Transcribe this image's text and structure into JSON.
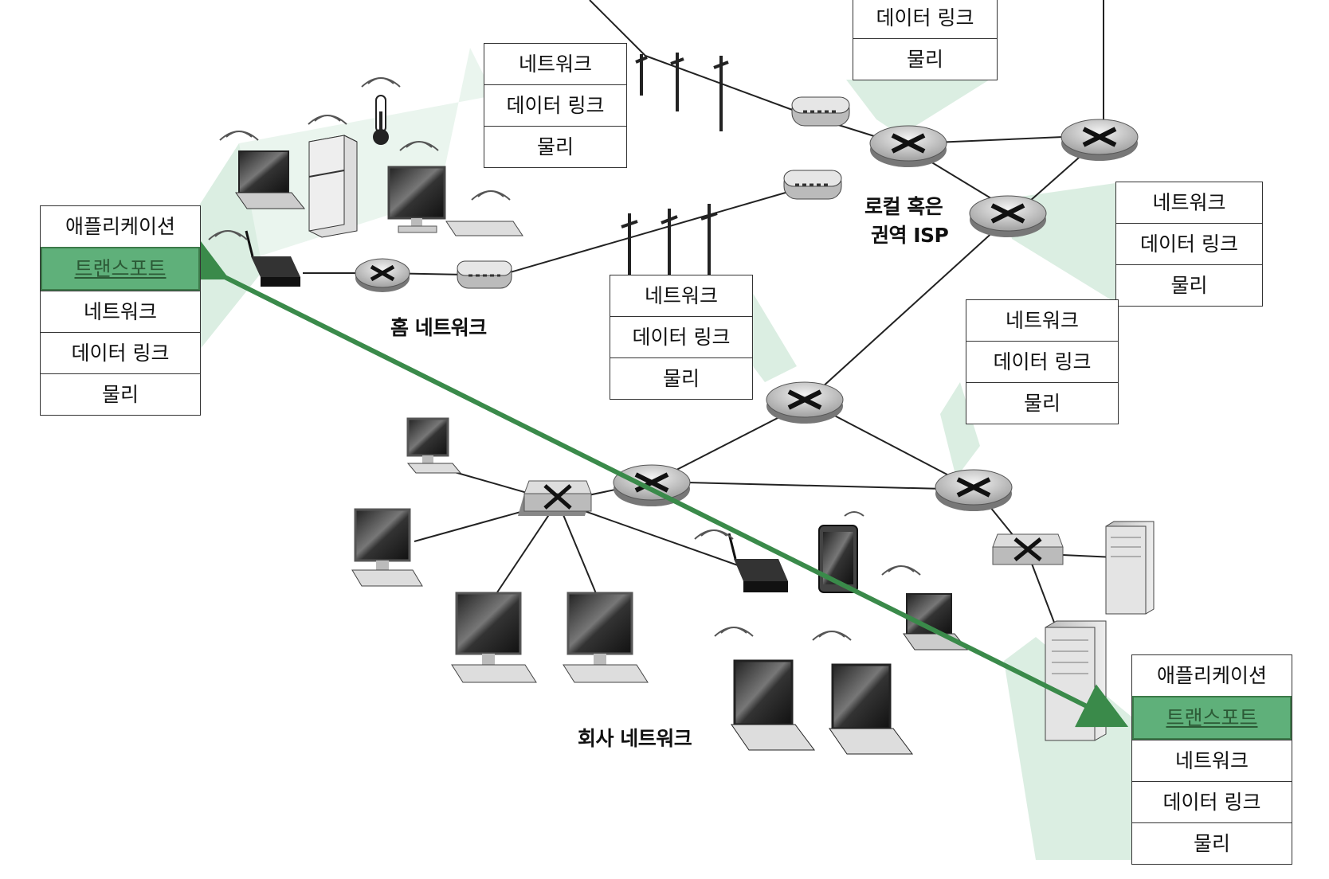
{
  "stacks": {
    "host_left": {
      "layers": [
        "애플리케이션",
        "트랜스포트",
        "네트워크",
        "데이터 링크",
        "물리"
      ],
      "highlight": 1
    },
    "host_right": {
      "layers": [
        "애플리케이션",
        "트랜스포트",
        "네트워크",
        "데이터 링크",
        "물리"
      ],
      "highlight": 1
    },
    "router_top": {
      "layers": [
        "네트워크",
        "데이터 링크",
        "물리"
      ]
    },
    "router_mid": {
      "layers": [
        "네트워크",
        "데이터 링크",
        "물리"
      ]
    },
    "router_isp_top": {
      "layers": [
        "데이터 링크",
        "물리"
      ]
    },
    "router_right_upper": {
      "layers": [
        "네트워크",
        "데이터 링크",
        "물리"
      ]
    },
    "router_right_lower": {
      "layers": [
        "네트워크",
        "데이터 링크",
        "물리"
      ]
    }
  },
  "labels": {
    "home_network": "홈 네트워크",
    "isp_line1": "로컬 혹은",
    "isp_line2": "권역 ISP",
    "enterprise_network": "회사 네트워크"
  },
  "colors": {
    "accent_green": "#3a8a4a",
    "cone_green": "#cfe8d8",
    "highlight_layer": "#5fb07a"
  }
}
